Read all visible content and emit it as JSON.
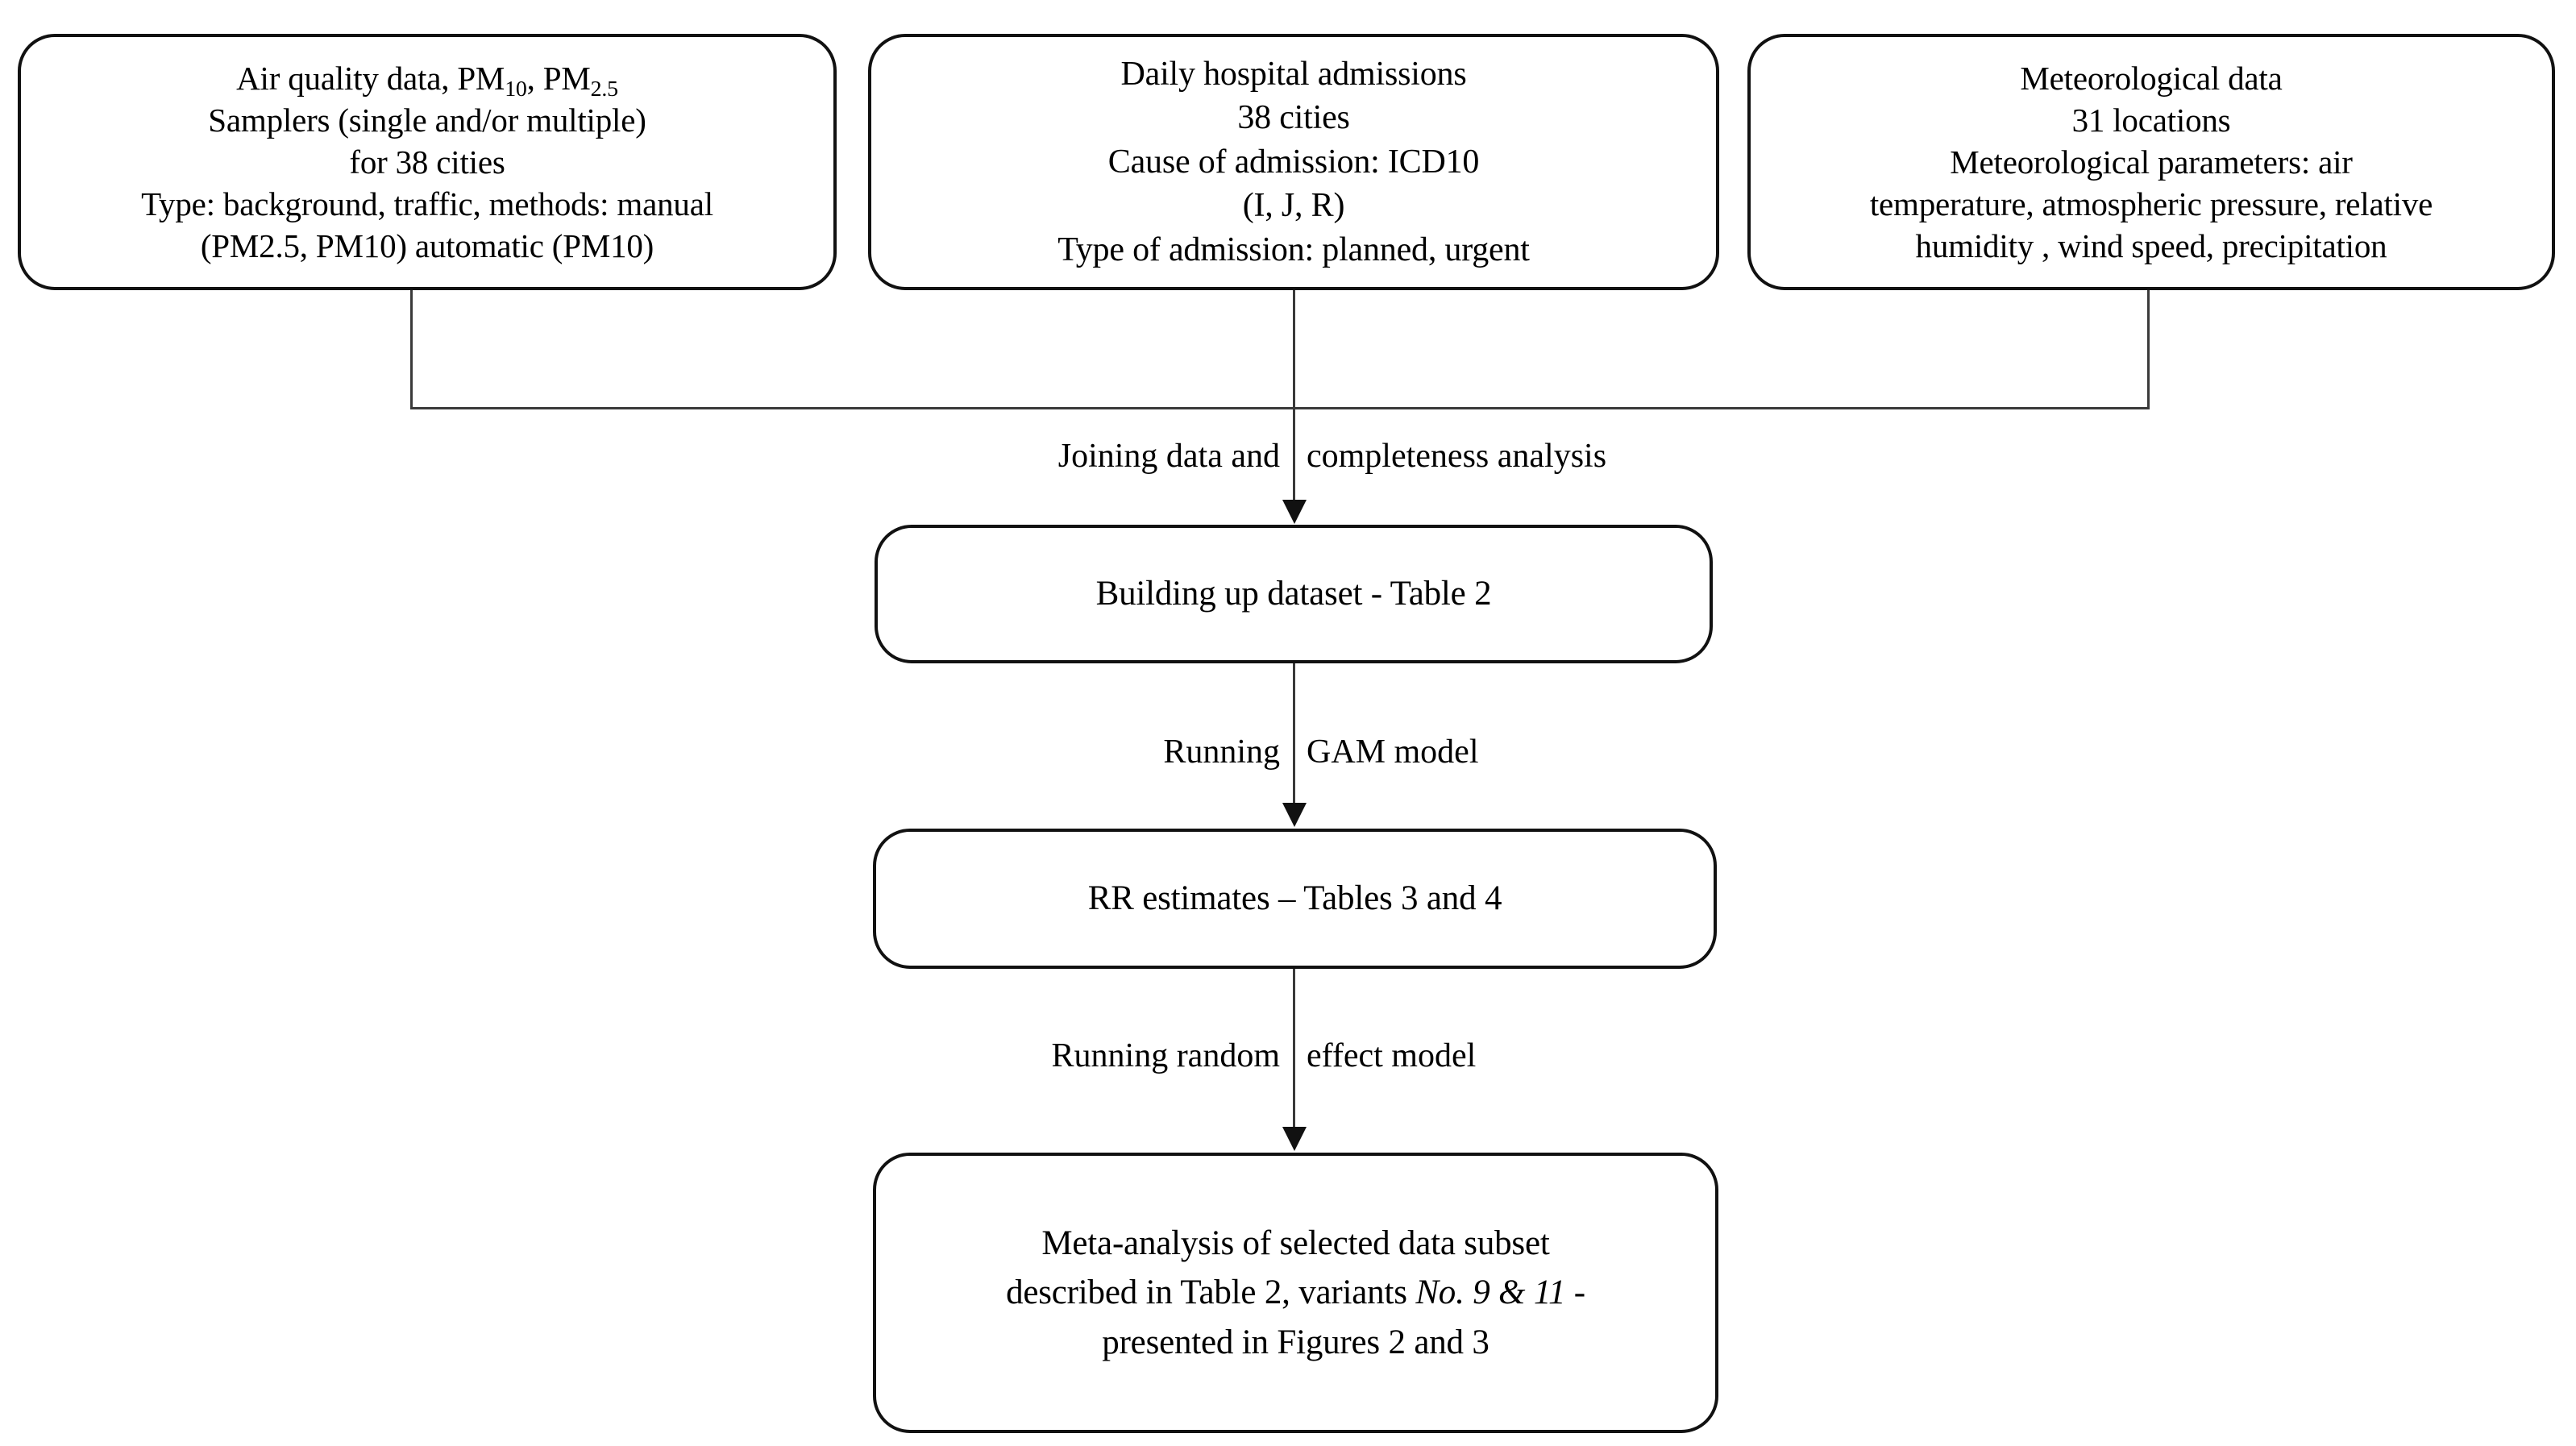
{
  "diagram": {
    "title": "Study design flowchart",
    "line_color": "#3a3a3a",
    "box_border_color": "#111111",
    "background_color": "#ffffff"
  },
  "nodes": {
    "air_quality": {
      "id": "air-quality-data",
      "line1": "Air quality data, PM",
      "line1_sub1": "10",
      "line1_mid": ", PM",
      "line1_sub2": "2.5",
      "line2": "Samplers (single and/or multiple)",
      "line3": "for 38 cities",
      "line4": "Type: background, traffic, methods: manual",
      "line5": "(PM2.5, PM10) automatic (PM10)"
    },
    "hospital": {
      "id": "daily-hospital-admissions",
      "text": "Daily hospital admissions\n38 cities\nCause of admission: ICD10\n(I, J, R)\nType of admission: planned, urgent"
    },
    "meteorological": {
      "id": "meteorological-data",
      "text": "Meteorological data\n31 locations\nMeteorological parameters: air\ntemperature, atmospheric pressure, relative\nhumidity , wind speed, precipitation"
    },
    "dataset": {
      "id": "building-up-dataset",
      "text": "Building up dataset - Table 2"
    },
    "rr_estimates": {
      "id": "rr-estimates",
      "text": "RR estimates – Tables 3 and 4"
    },
    "meta_analysis": {
      "id": "meta-analysis",
      "line1": "Meta-analysis of selected data subset",
      "line2_pre": "described in Table 2, variants ",
      "line2_italic": "No. 9 & 11",
      "line2_post": " -",
      "line3": "presented in Figures 2 and 3"
    }
  },
  "edge_labels": {
    "joining": {
      "left": "Joining data and",
      "right": "completeness analysis"
    },
    "gam": {
      "left": "Running",
      "right": "GAM model"
    },
    "random": {
      "left": "Running random",
      "right": "effect model"
    }
  }
}
